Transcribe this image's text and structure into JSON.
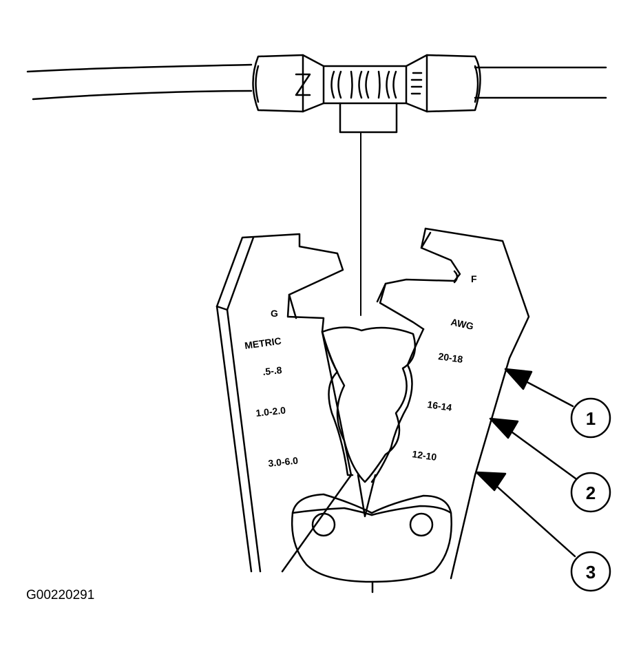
{
  "figure_id": "G00220291",
  "tool_labels": {
    "die_g": "G",
    "die_f": "F",
    "metric_heading": "METRIC",
    "awg_heading": "AWG"
  },
  "metric_sizes": [
    ".5-.8",
    "1.0-2.0",
    "3.0-6.0"
  ],
  "awg_sizes": [
    "20-18",
    "16-14",
    "12-10"
  ],
  "callouts": [
    "1",
    "2",
    "3"
  ],
  "colors": {
    "line": "#000000",
    "background": "#ffffff"
  }
}
